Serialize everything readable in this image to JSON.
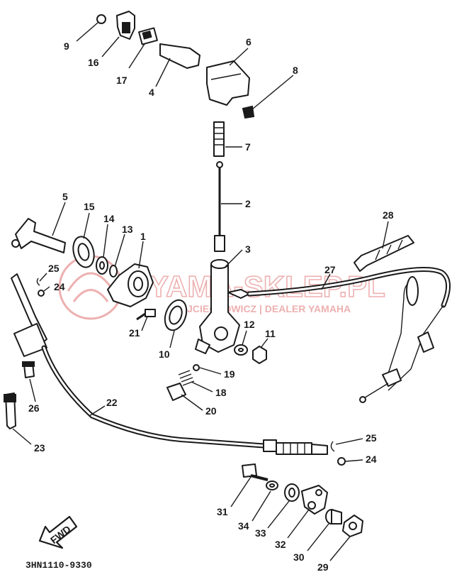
{
  "diagram": {
    "part_code": "3HN1110-9330",
    "fwd_label": "FWD",
    "watermark": {
      "brand": "YAMA-SKLEP.PL",
      "subtitle": "WOJCIECHOWICZ | DEALER YAMAHA",
      "color": "#e07070"
    },
    "callouts": [
      {
        "id": "9",
        "label": "9"
      },
      {
        "id": "16",
        "label": "16"
      },
      {
        "id": "17",
        "label": "17"
      },
      {
        "id": "4",
        "label": "4"
      },
      {
        "id": "6",
        "label": "6"
      },
      {
        "id": "8",
        "label": "8"
      },
      {
        "id": "7",
        "label": "7"
      },
      {
        "id": "2",
        "label": "2"
      },
      {
        "id": "3",
        "label": "3"
      },
      {
        "id": "5",
        "label": "5"
      },
      {
        "id": "15",
        "label": "15"
      },
      {
        "id": "14",
        "label": "14"
      },
      {
        "id": "13",
        "label": "13"
      },
      {
        "id": "1",
        "label": "1"
      },
      {
        "id": "25a",
        "label": "25"
      },
      {
        "id": "24a",
        "label": "24"
      },
      {
        "id": "27",
        "label": "27"
      },
      {
        "id": "28",
        "label": "28"
      },
      {
        "id": "21",
        "label": "21"
      },
      {
        "id": "10",
        "label": "10"
      },
      {
        "id": "12",
        "label": "12"
      },
      {
        "id": "11",
        "label": "11"
      },
      {
        "id": "19",
        "label": "19"
      },
      {
        "id": "18",
        "label": "18"
      },
      {
        "id": "20",
        "label": "20"
      },
      {
        "id": "26",
        "label": "26"
      },
      {
        "id": "22",
        "label": "22"
      },
      {
        "id": "23",
        "label": "23"
      },
      {
        "id": "25b",
        "label": "25"
      },
      {
        "id": "24b",
        "label": "24"
      },
      {
        "id": "31",
        "label": "31"
      },
      {
        "id": "34",
        "label": "34"
      },
      {
        "id": "33",
        "label": "33"
      },
      {
        "id": "32",
        "label": "32"
      },
      {
        "id": "30",
        "label": "30"
      },
      {
        "id": "29",
        "label": "29"
      }
    ]
  }
}
